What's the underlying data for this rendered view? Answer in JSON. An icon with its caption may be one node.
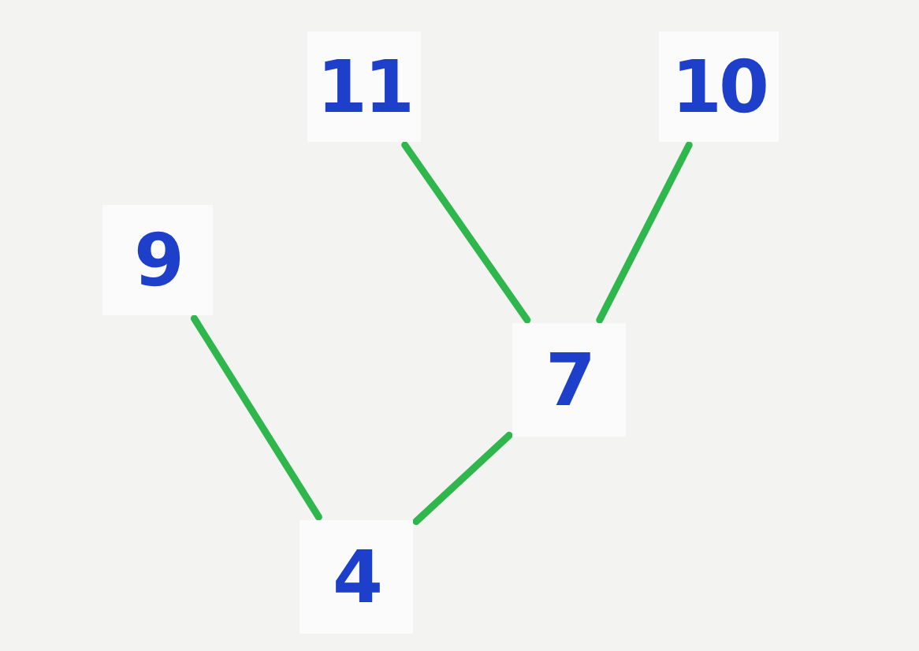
{
  "diagram": {
    "nodes": [
      {
        "text": [
          "11"
        ]
      },
      {
        "text": [
          "10"
        ]
      },
      {
        "text": [
          "9"
        ]
      },
      {
        "text": [
          "7"
        ]
      },
      {
        "text": [
          "4"
        ]
      }
    ],
    "edges": [
      {
        "from": 3,
        "to": 0,
        "arrow": "none"
      },
      {
        "from": 3,
        "to": 1,
        "arrow": "none"
      },
      {
        "from": 4,
        "to": 2,
        "arrow": "none"
      },
      {
        "from": 4,
        "to": 3,
        "arrow": "none"
      }
    ]
  }
}
